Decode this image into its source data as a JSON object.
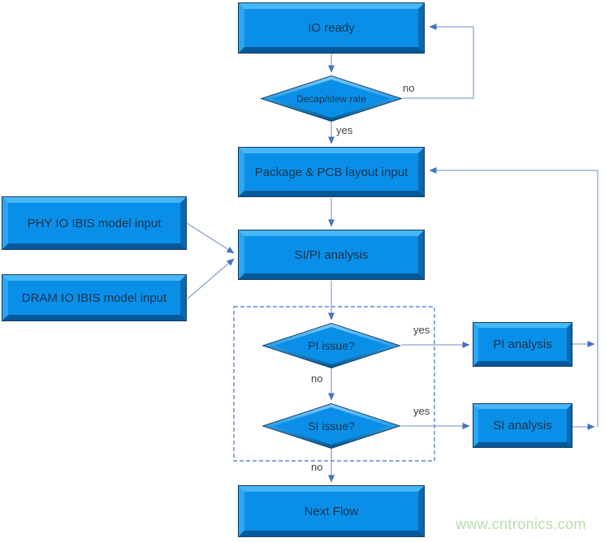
{
  "watermark": "www.cntronics.com",
  "colors": {
    "shape_fill": "#0a8fe8",
    "shape_bevel_highlight": "#47b7f7",
    "shape_bevel_shadow": "#05599a",
    "shape_outline": "#16395f",
    "node_text": "#17344f",
    "connector_line": "#8ba3d4",
    "arrowhead": "#4472c4",
    "dashed_border": "#4472c4",
    "edge_label_text": "#3f3f3f",
    "watermark_text": "#b5dfa9"
  },
  "diagram": {
    "nodes": {
      "io_ready": {
        "label": "IO ready",
        "type": "process"
      },
      "decap_slew": {
        "label": "Decap/slew rate",
        "type": "decision"
      },
      "package_pcb": {
        "label": "Package & PCB layout input",
        "type": "process"
      },
      "phy_ibis": {
        "label": "PHY IO IBIS model input",
        "type": "process"
      },
      "dram_ibis": {
        "label": "DRAM IO IBIS model input",
        "type": "process"
      },
      "sipi": {
        "label": "SI/PI analysis",
        "type": "process"
      },
      "pi_issue": {
        "label": "PI issue?",
        "type": "decision"
      },
      "si_issue": {
        "label": "SI issue?",
        "type": "decision"
      },
      "pi_analysis": {
        "label": "PI analysis",
        "type": "process"
      },
      "si_analysis": {
        "label": "SI analysis",
        "type": "process"
      },
      "next_flow": {
        "label": "Next Flow",
        "type": "process"
      }
    },
    "edge_labels": {
      "decap_no": "no",
      "decap_yes": "yes",
      "pi_issue_yes": "yes",
      "pi_issue_no": "no",
      "si_issue_yes": "yes",
      "si_issue_no": "no"
    },
    "edges": [
      {
        "from": "io_ready",
        "to": "decap_slew",
        "label": ""
      },
      {
        "from": "decap_slew",
        "to": "io_ready",
        "label": "no"
      },
      {
        "from": "decap_slew",
        "to": "package_pcb",
        "label": "yes"
      },
      {
        "from": "package_pcb",
        "to": "sipi",
        "label": ""
      },
      {
        "from": "phy_ibis",
        "to": "sipi",
        "label": ""
      },
      {
        "from": "dram_ibis",
        "to": "sipi",
        "label": ""
      },
      {
        "from": "sipi",
        "to": "pi_issue",
        "label": ""
      },
      {
        "from": "pi_issue",
        "to": "pi_analysis",
        "label": "yes"
      },
      {
        "from": "pi_issue",
        "to": "si_issue",
        "label": "no"
      },
      {
        "from": "si_issue",
        "to": "si_analysis",
        "label": "yes"
      },
      {
        "from": "si_issue",
        "to": "next_flow",
        "label": "no"
      },
      {
        "from": "pi_analysis",
        "to": "package_pcb",
        "label": ""
      },
      {
        "from": "si_analysis",
        "to": "package_pcb",
        "label": ""
      }
    ]
  }
}
